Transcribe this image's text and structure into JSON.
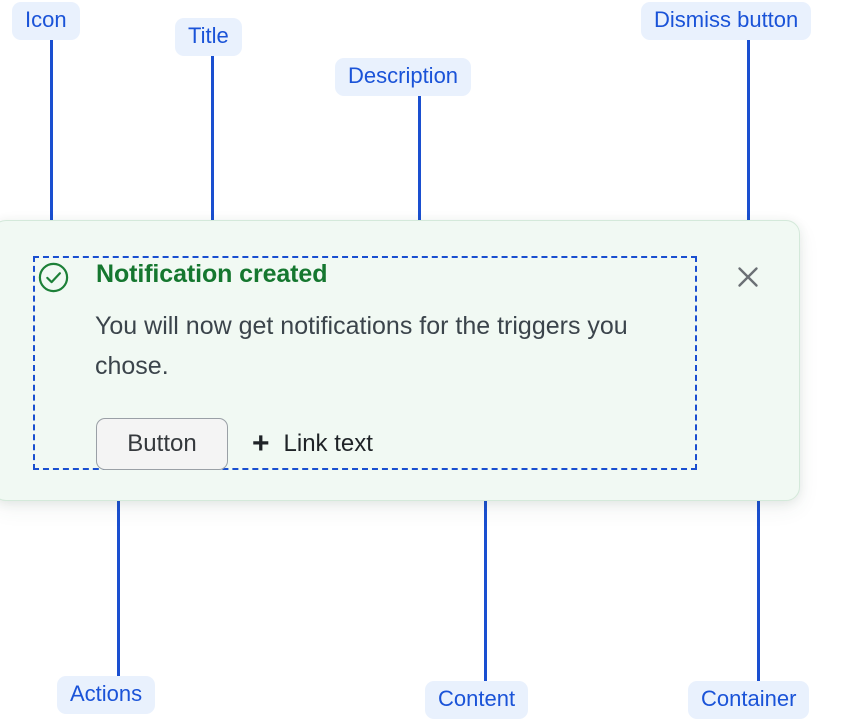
{
  "annotations": [
    {
      "id": "icon",
      "label": "Icon"
    },
    {
      "id": "title",
      "label": "Title"
    },
    {
      "id": "description",
      "label": "Description"
    },
    {
      "id": "dismiss",
      "label": "Dismiss button"
    },
    {
      "id": "actions",
      "label": "Actions"
    },
    {
      "id": "content",
      "label": "Content"
    },
    {
      "id": "container",
      "label": "Container"
    }
  ],
  "notification": {
    "icon_name": "success-check-circle-icon",
    "title": "Notification created",
    "description": "You will now get notifications for the triggers you chose.",
    "button_label": "Button",
    "link_label": "Link text",
    "link_icon": "plus-icon",
    "dismiss_icon": "close-x-icon"
  },
  "colors": {
    "annotation_pill_bg": "#e9f1fd",
    "annotation_text": "#1a53d8",
    "leader_line": "#1a4fd0",
    "card_bg": "#f1f9f3",
    "card_border": "#d4e9da",
    "success_green": "#15772f",
    "body_text": "#3b444b",
    "button_bg": "#f4f4f4",
    "button_border": "#9aa0a6",
    "dismiss_icon": "#6b7075"
  }
}
